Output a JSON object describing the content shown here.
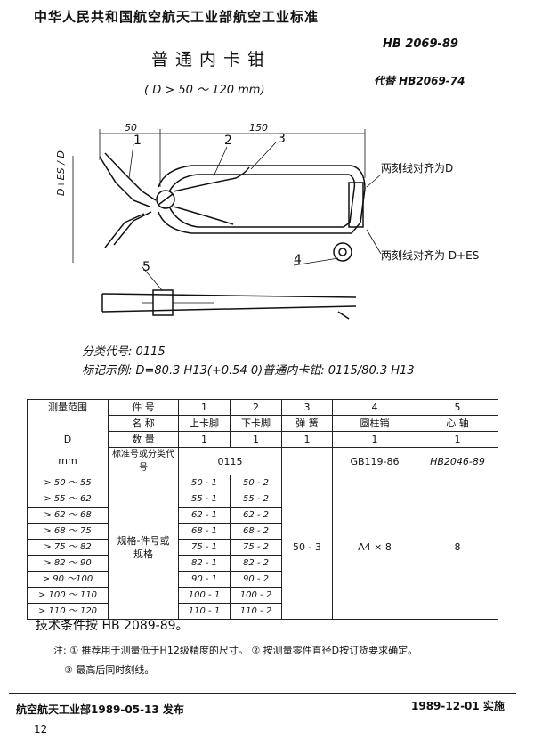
{
  "header": {
    "org_line": "中华人民共和国航空航天工业部航空工业标准",
    "std_no": "HB 2069-89",
    "title": "普通内卡钳",
    "subtitle": "( D > 50 ～ 120 mm)",
    "replaces": "代替 HB2069-74"
  },
  "drawing": {
    "dim_50": "50",
    "dim_150": "150",
    "dim_vertical": "D+ES / D",
    "part_labels": [
      "1",
      "2",
      "3",
      "4",
      "5"
    ],
    "note_top": "两刻线对齐为D",
    "note_bottom": "两刻线对齐为 D+ES"
  },
  "classification": {
    "classify_text": "分类代号: 0115",
    "example_text": "标记示例: D=80.3 H13(+0.54 0)普通内卡钳: 0115/80.3 H13"
  },
  "table": {
    "range_title": "测量范围",
    "D_label": "D",
    "mm_label": "mm",
    "row_labels": [
      "件  号",
      "名  称",
      "数  量",
      "标准号或分类代号"
    ],
    "part_numbers": [
      "1",
      "2",
      "3",
      "4",
      "5"
    ],
    "part_names": [
      "上卡脚",
      "下卡脚",
      "弹  簧",
      "圆柱销",
      "心  轴"
    ],
    "quantities": [
      "1",
      "1",
      "1",
      "1",
      "1"
    ],
    "std_codes": {
      "first_two": "0115",
      "col4": "GB119-86",
      "col5": "HB2046-89"
    },
    "rows": [
      {
        "range": "> 50 ～ 55",
        "c1": "50 - 1",
        "c2": "50 - 2"
      },
      {
        "range": "> 55 ～ 62",
        "c1": "55 - 1",
        "c2": "55 - 2"
      },
      {
        "range": "> 62 ～ 68",
        "c1": "62 - 1",
        "c2": "62 - 2"
      },
      {
        "range": "> 68 ～ 75",
        "c1": "68 - 1",
        "c2": "68 - 2"
      },
      {
        "range": "> 75 ～ 82",
        "c1": "75 - 1",
        "c2": "75 - 2"
      },
      {
        "range": "> 82 ～ 90",
        "c1": "82 - 1",
        "c2": "82 - 2"
      },
      {
        "range": "> 90 ～100",
        "c1": "90 - 1",
        "c2": "90 - 2"
      },
      {
        "range": "> 100 ～ 110",
        "c1": "100 - 1",
        "c2": "100 - 2"
      },
      {
        "range": "> 110 ～ 120",
        "c1": "110 - 1",
        "c2": "110 - 2"
      }
    ],
    "merged_label": "规格-件号或规格",
    "spring_code": "50 - 3",
    "pin_code": "A4 × 8",
    "axle_code": "8"
  },
  "notes": {
    "tech": "技术条件按 HB 2089-89。",
    "note1": "注: ① 推荐用于测量低于H12级精度的尺寸。 ② 按测量零件直径D按订货要求确定。",
    "note2": "③ 最高后同时刻线。"
  },
  "footer": {
    "issued": "航空航天工业部1989-05-13  发布",
    "implemented": "1989-12-01 实施",
    "page": "12"
  }
}
